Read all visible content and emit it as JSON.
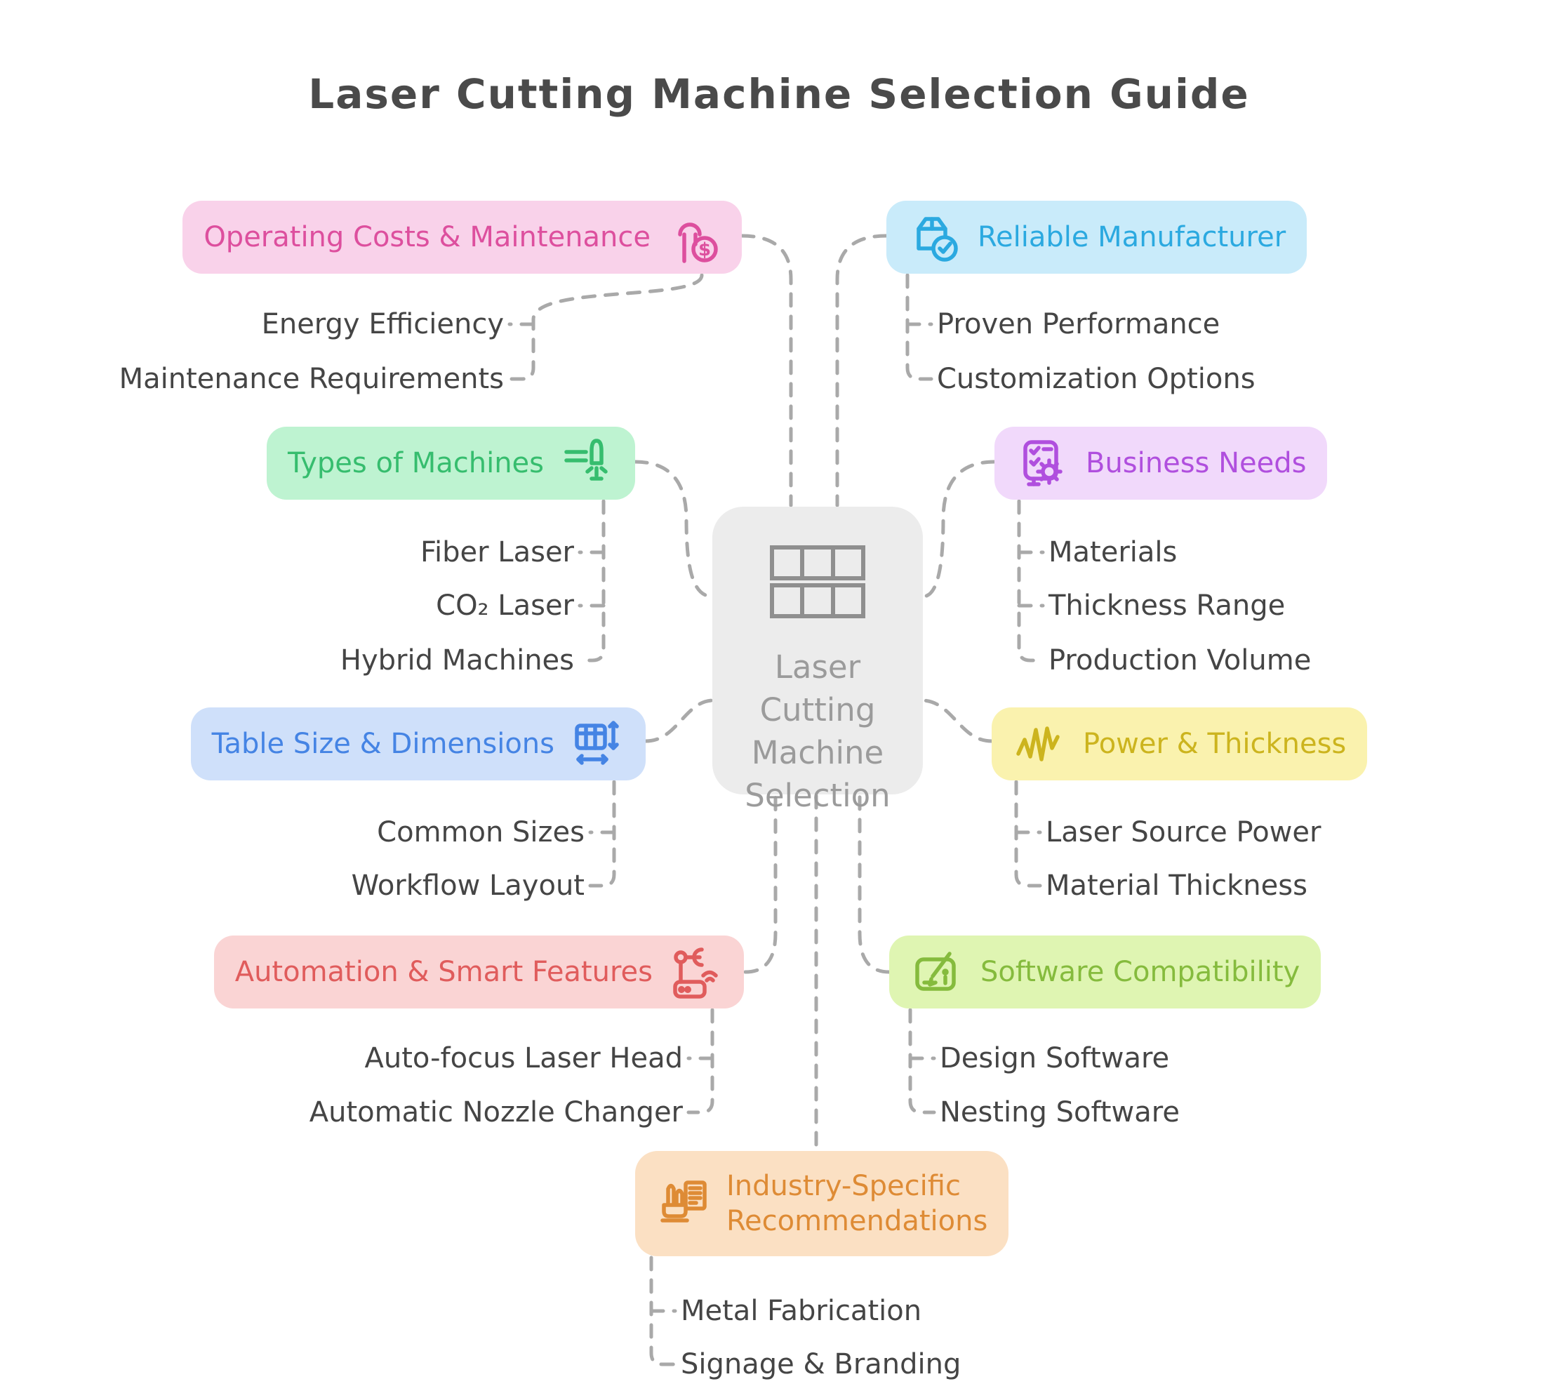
{
  "title": "Laser Cutting Machine Selection Guide",
  "center": {
    "label_lines": [
      "Laser",
      "Cutting",
      "Machine",
      "Selection"
    ],
    "icon": "grid-icon",
    "bg_color": "#ECECEC",
    "text_color": "#9B9B9B"
  },
  "connector_color": "#A9A9A9",
  "child_text_color": "#454545",
  "branches": [
    {
      "id": "operating-costs",
      "label": "Operating Costs & Maintenance",
      "icon": "wrench-dollar-icon",
      "side": "left",
      "bg": "#F9D2EA",
      "fg": "#DD4F9E",
      "children": [
        "Energy Efficiency",
        "Maintenance Requirements"
      ]
    },
    {
      "id": "reliable-manufacturer",
      "label": "Reliable Manufacturer",
      "icon": "package-check-icon",
      "side": "right",
      "bg": "#C9EBFA",
      "fg": "#2BA9E0",
      "children": [
        "Proven Performance",
        "Customization Options"
      ]
    },
    {
      "id": "types-of-machines",
      "label": "Types of Machines",
      "icon": "laser-nozzle-icon",
      "side": "left",
      "bg": "#BEF3D1",
      "fg": "#36BD6E",
      "children": [
        "Fiber Laser",
        "CO₂ Laser",
        "Hybrid Machines"
      ]
    },
    {
      "id": "business-needs",
      "label": "Business Needs",
      "icon": "checklist-gear-icon",
      "side": "right",
      "bg": "#F1D9FB",
      "fg": "#B04FDE",
      "children": [
        "Materials",
        "Thickness Range",
        "Production Volume"
      ]
    },
    {
      "id": "table-size",
      "label": "Table Size & Dimensions",
      "icon": "table-dimensions-icon",
      "side": "left",
      "bg": "#CFE0FA",
      "fg": "#4584E4",
      "children": [
        "Common Sizes",
        "Workflow Layout"
      ]
    },
    {
      "id": "power-thickness",
      "label": "Power & Thickness",
      "icon": "pulse-wave-icon",
      "side": "right",
      "bg": "#FAF2AE",
      "fg": "#CCB41E",
      "children": [
        "Laser Source Power",
        "Material Thickness"
      ]
    },
    {
      "id": "automation",
      "label": "Automation & Smart Features",
      "icon": "robot-arm-icon",
      "side": "left",
      "bg": "#FAD4D4",
      "fg": "#E05C5C",
      "children": [
        "Auto-focus Laser Head",
        "Automatic Nozzle Changer"
      ]
    },
    {
      "id": "software-compatibility",
      "label": "Software Compatibility",
      "icon": "tablet-pencil-icon",
      "side": "right",
      "bg": "#DFF5B2",
      "fg": "#85BB3D",
      "children": [
        "Design Software",
        "Nesting Software"
      ]
    },
    {
      "id": "industry-recommendations",
      "label": "Industry-Specific Recommendations",
      "label_lines": [
        "Industry-Specific",
        "Recommendations"
      ],
      "icon": "industry-doc-icon",
      "side": "bottom",
      "bg": "#FBE0C3",
      "fg": "#DE8B35",
      "children": [
        "Metal Fabrication",
        "Signage & Branding"
      ]
    }
  ]
}
